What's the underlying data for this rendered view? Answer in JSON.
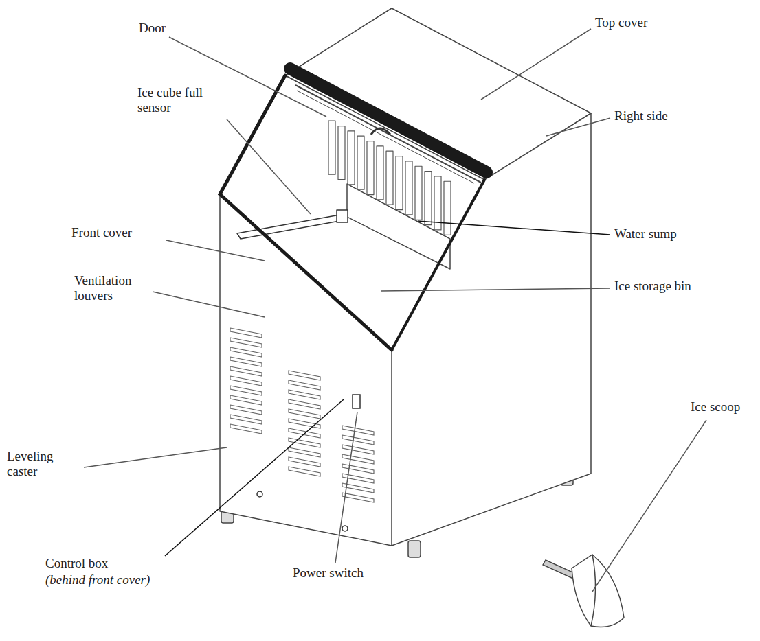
{
  "diagram": {
    "labels": [
      "Door",
      "Top cover",
      "Ice cube full sensor",
      "Right side",
      "Front cover",
      "Water sump",
      "Ice storage bin",
      "Ventilation louvers",
      "Leveling caster",
      "Control box",
      "(behind front cover)",
      "Power switch",
      "Ice scoop"
    ]
  }
}
